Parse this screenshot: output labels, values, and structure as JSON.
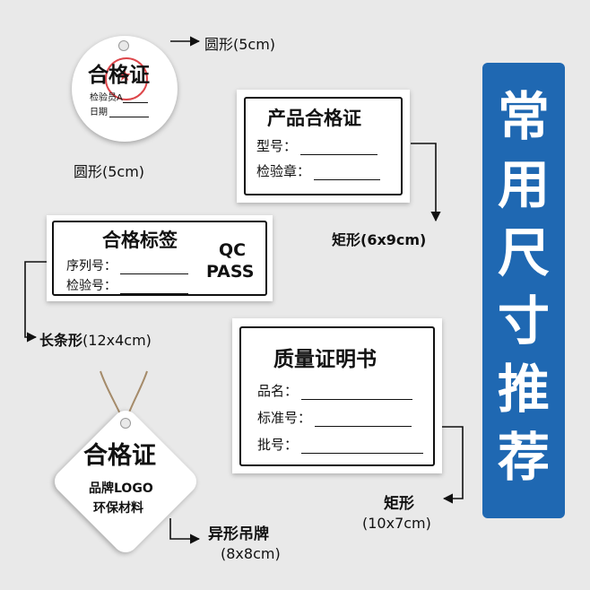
{
  "round_tag": {
    "title": "合格证",
    "inspector_label": "检验员A",
    "date_label": "日期",
    "caption_right": "圆形(5cm)",
    "caption_below": "圆形(5cm)"
  },
  "product_cert": {
    "title": "产品合格证",
    "fields": [
      "型号：",
      "检验章："
    ],
    "caption": "矩形(6x9cm)"
  },
  "qualified_label": {
    "title": "合格标签",
    "fields": [
      "序列号：",
      "检验号："
    ],
    "badge_line1": "QC",
    "badge_line2": "PASS",
    "caption_bold": "长条形",
    "caption_rest": "(12x4cm)"
  },
  "quality_cert": {
    "title": "质量证明书",
    "fields": [
      "品名：",
      "标准号：",
      "批号："
    ],
    "caption_line1": "矩形",
    "caption_line2": "(10x7cm)"
  },
  "diamond_tag": {
    "title": "合格证",
    "line1": "品牌LOGO",
    "line2": "环保材料",
    "caption_line1": "异形吊牌",
    "caption_line2": "(8x8cm)"
  },
  "banner": {
    "chars": [
      "常",
      "用",
      "尺",
      "寸",
      "推",
      "荐"
    ],
    "color": "#1f68b2"
  },
  "stamp_color": "#d8262b"
}
